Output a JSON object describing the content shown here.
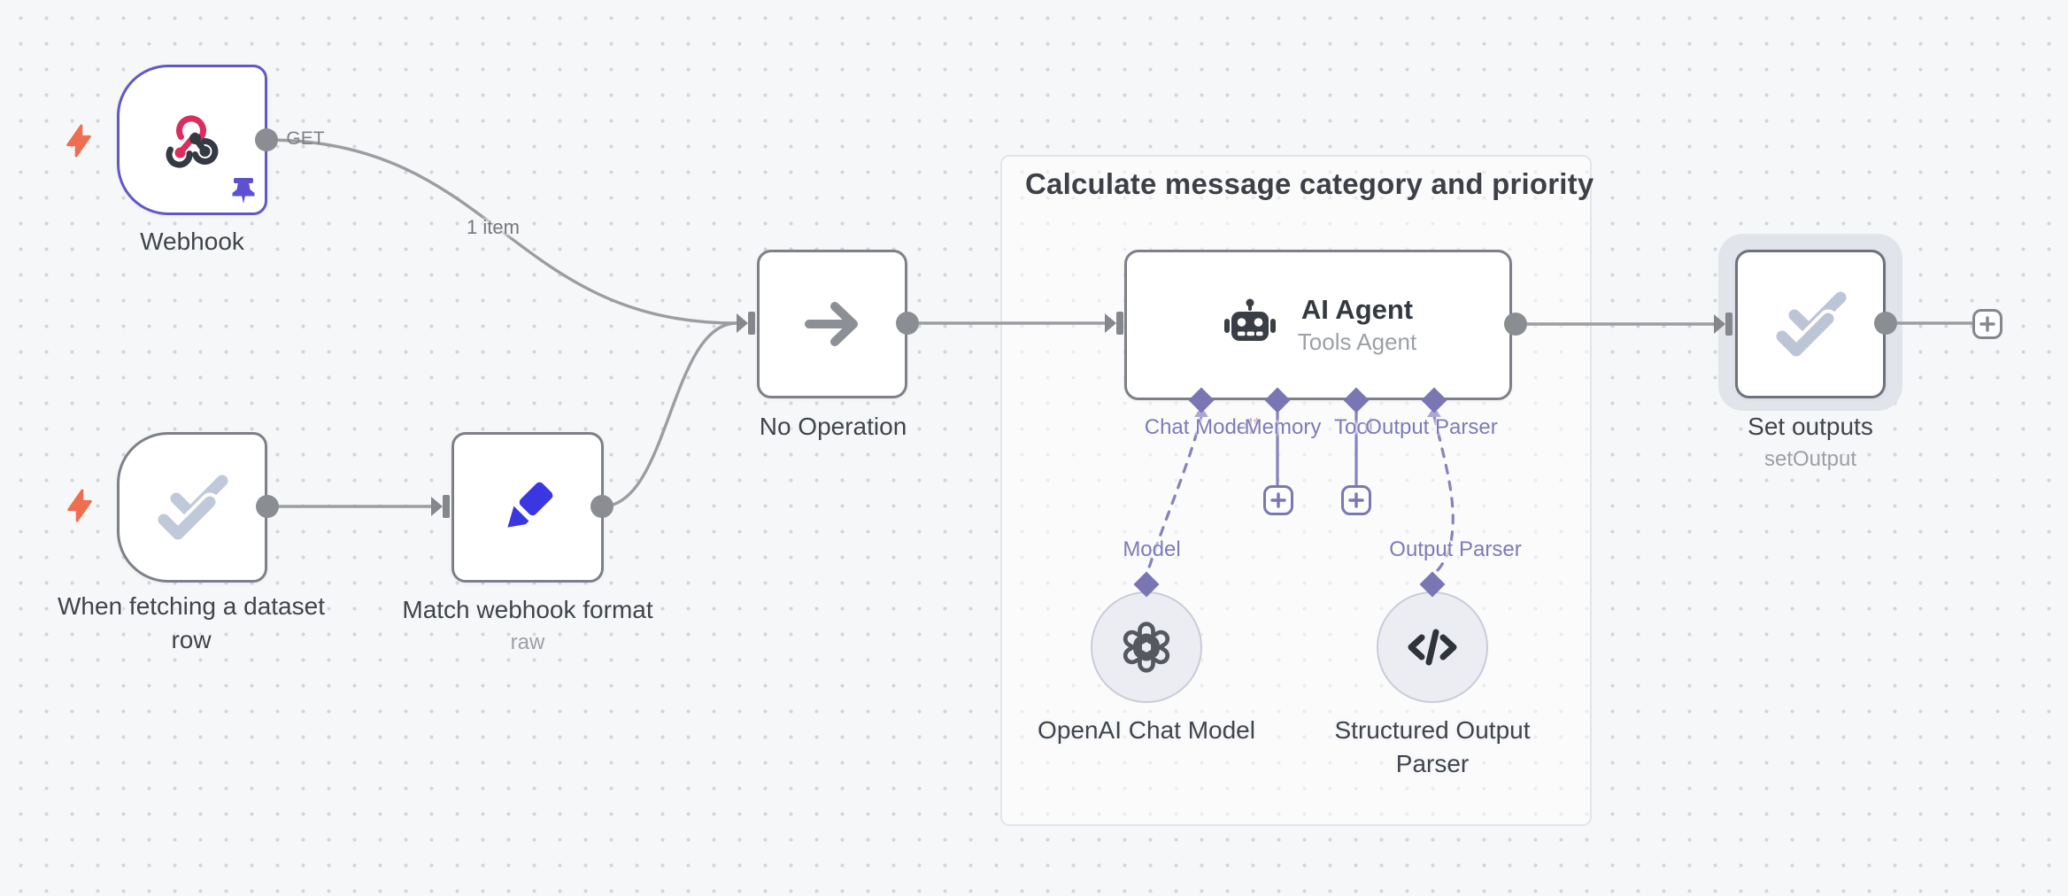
{
  "canvas": {
    "background_color": "#f6f7f9",
    "dot_color": "#d2d5da"
  },
  "group_box": {
    "title": "Calculate message category and priority"
  },
  "edge_labels": {
    "webhook_method": "GET",
    "items_count": "1 item"
  },
  "nodes": {
    "webhook": {
      "label": "Webhook",
      "icon": "webhook-icon",
      "pinned": true
    },
    "dataset_row_trigger": {
      "label": "When fetching a dataset row",
      "icon": "double-check-icon"
    },
    "match_webhook_format": {
      "label": "Match webhook format",
      "subtitle": "raw",
      "icon": "pencil-icon"
    },
    "no_operation": {
      "label": "No Operation",
      "icon": "arrow-right-icon"
    },
    "ai_agent": {
      "title": "AI Agent",
      "subtitle": "Tools Agent",
      "icon": "robot-icon"
    },
    "openai_chat_model": {
      "label": "OpenAI Chat Model",
      "icon": "openai-icon"
    },
    "structured_output_parser": {
      "label": "Structured Output Parser",
      "icon": "code-icon"
    },
    "set_outputs": {
      "label": "Set outputs",
      "subtitle": "setOutput",
      "icon": "double-check-icon"
    }
  },
  "ai_ports": {
    "chat_model": {
      "label": "Chat Model",
      "required_marker": "*"
    },
    "memory": {
      "label": "Memory"
    },
    "tool": {
      "label": "Tool"
    },
    "output_parser": {
      "label": "Output Parser"
    }
  },
  "sub_ports": {
    "model": "Model",
    "output_parser": "Output Parser"
  },
  "icons": [
    "lightning-bolt-icon",
    "pin-icon",
    "plus-icon",
    "webhook-icon",
    "double-check-icon",
    "pencil-icon",
    "arrow-right-icon",
    "robot-icon",
    "openai-icon",
    "code-icon"
  ],
  "colors": {
    "pinned_purple": "#6157c6",
    "ai_connector_indigo": "#7976b3",
    "connection_gray": "#9b9da1",
    "webhook_pink": "#dc2e5e",
    "webhook_dark": "#343a42",
    "pencil_blue": "#3a36e2",
    "trigger_bolt_orange": "#ee6e52",
    "check_gray_blue": "#c0c9da",
    "node_border_gray": "#7d8086",
    "selection_halo": "#e2e4eb"
  }
}
